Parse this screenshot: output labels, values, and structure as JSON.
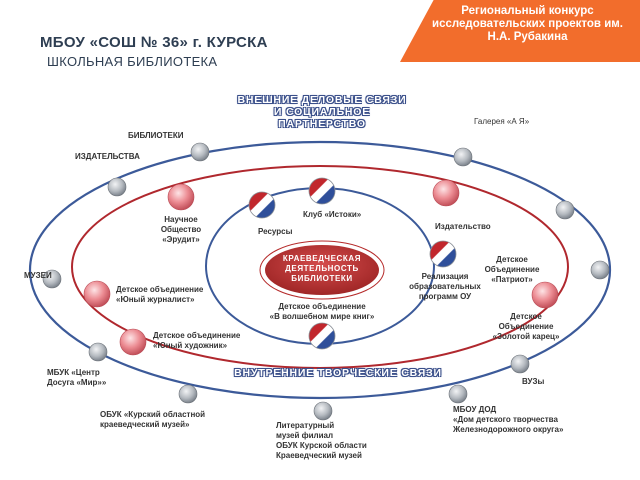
{
  "header": {
    "contest": "Региональный конкурс\nисследовательских проектов им.\nН.А. Рубакина",
    "school": "МБОУ «СОШ № 36» г. КУРСКА",
    "library": "ШКОЛЬНАЯ БИБЛИОТЕКА"
  },
  "headings": {
    "external": "ВНЕШНИЕ ДЕЛОВЫЕ СВЯЗИ\nИ СОЦИАЛЬНОЕ ПАРТНЕРСТВО",
    "internal": "ВНУТРЕННИЕ ТВОРЧЕСКИЕ СВЯЗИ",
    "center": "КРАЕВЕДЧЕСКАЯ\nДЕЯТЕЛЬНОСТЬ\nБИБЛИОТЕКИ"
  },
  "outer_labels": {
    "gallery": "Галерея «А Я»",
    "libraries": "БИБЛИОТЕКИ",
    "publishers": "ИЗДАТЕЛЬСТВА",
    "museums": "МУЗЕИ",
    "mbuk": "МБУК «Центр\nДосуга «Мир»»",
    "universities": "ВУЗы",
    "obuk": "ОБУК «Курский областной\nкраеведческий музей»",
    "literary_museum": "Литературный\nмузей филиал\nОБУК Курской области\nКраеведческий музей",
    "mbou_dod": "МБОУ ДОД\n«Дом детского творчества\nЖелезнодорожного округа»"
  },
  "middle_labels": {
    "erudit": "Научное\nОбщество\n«Эрудит»",
    "publisher": "Издательство",
    "patriot": "Детское\nОбъединение\n«Патриот»",
    "journalist": "Детское  объединение\n«Юный журналист»",
    "pencil": "Детское\nОбъединение\n«Золотой карец»",
    "artist": "Детское объединение\n«Юный художник»"
  },
  "inner_labels": {
    "istoki": "Клуб «Истоки»",
    "resources": "Ресурсы",
    "programs": "Реализация\nобразовательных\nпрограмм ОУ",
    "books": "Детское объединение\n«В волшебном мире книг»"
  },
  "colors": {
    "banner": "#f26d2c",
    "outer_ring": "#3c5a99",
    "middle_ring": "#b0282e",
    "inner_ring": "#3c5a99",
    "center_fill": "#b52a2a",
    "grey_node": "#9ea4ab",
    "pink_node": "#e8848c"
  }
}
